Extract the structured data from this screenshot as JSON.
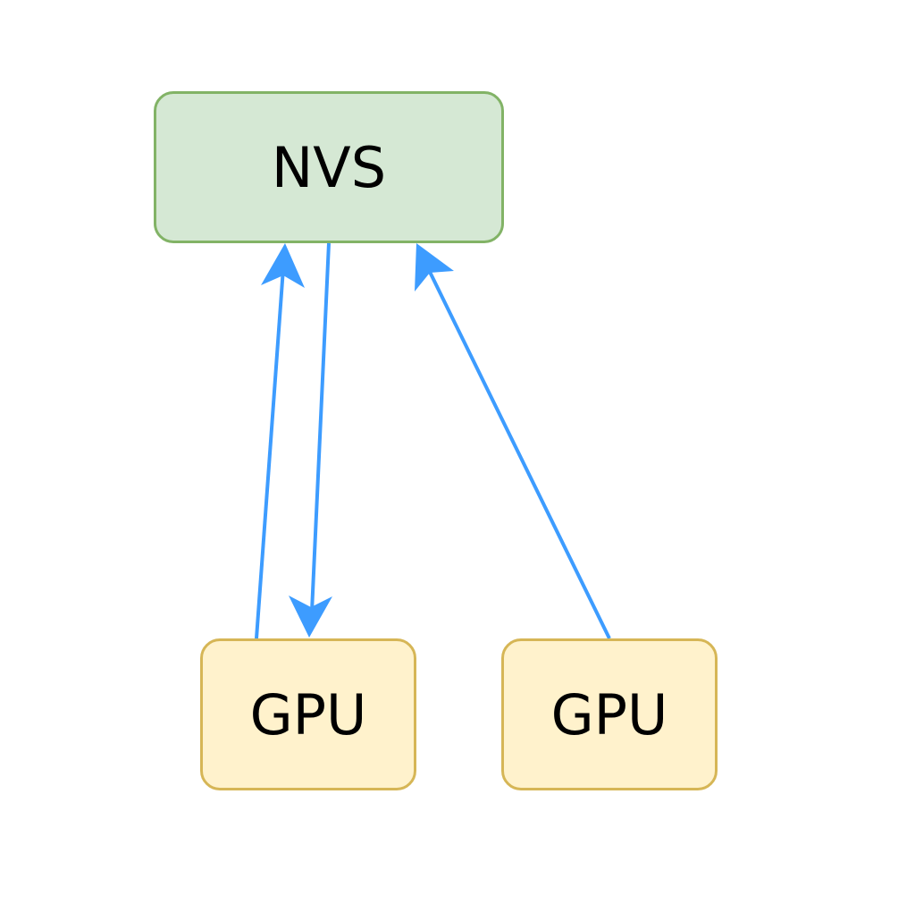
{
  "diagram": {
    "nodes": {
      "nvs": {
        "label": "NVS",
        "fill": "#d5e8d4",
        "stroke": "#82b366"
      },
      "gpu_1": {
        "label": "GPU",
        "fill": "#fff2cc",
        "stroke": "#d6b656"
      },
      "gpu_2": {
        "label": "GPU",
        "fill": "#fff2cc",
        "stroke": "#d6b656"
      }
    },
    "edges": [
      {
        "from": "gpu_1",
        "to": "nvs",
        "color": "#3d9cff"
      },
      {
        "from": "nvs",
        "to": "gpu_1",
        "color": "#3d9cff"
      },
      {
        "from": "gpu_2",
        "to": "nvs",
        "color": "#3d9cff"
      }
    ]
  }
}
